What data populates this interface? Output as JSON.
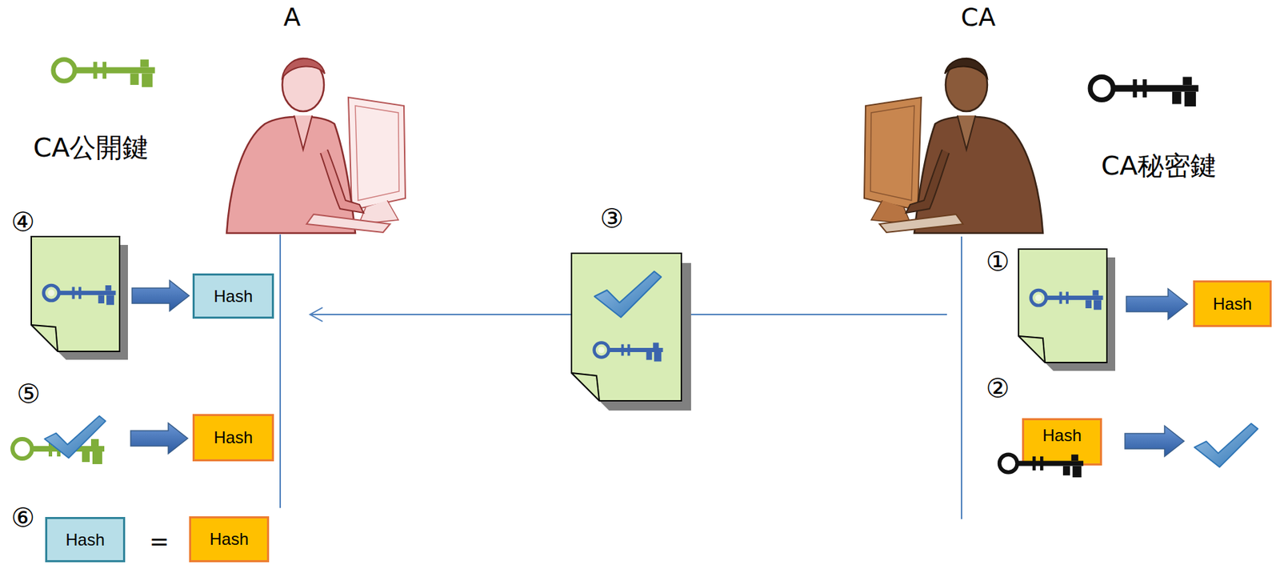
{
  "diagram": {
    "nodes": [
      {
        "text": [
          "Hash"
        ]
      },
      {
        "text": [
          "Hash"
        ]
      },
      {
        "text": [
          "Hash"
        ]
      },
      {
        "text": [
          "Hash"
        ]
      },
      {
        "text": [
          "Hash"
        ]
      },
      {
        "text": [
          "Hash"
        ]
      }
    ],
    "labels": [
      "A",
      "CA",
      "CA公開鍵",
      "CA秘密鍵",
      "③",
      "①",
      "④",
      "②",
      "⑤",
      "⑥",
      "="
    ]
  }
}
